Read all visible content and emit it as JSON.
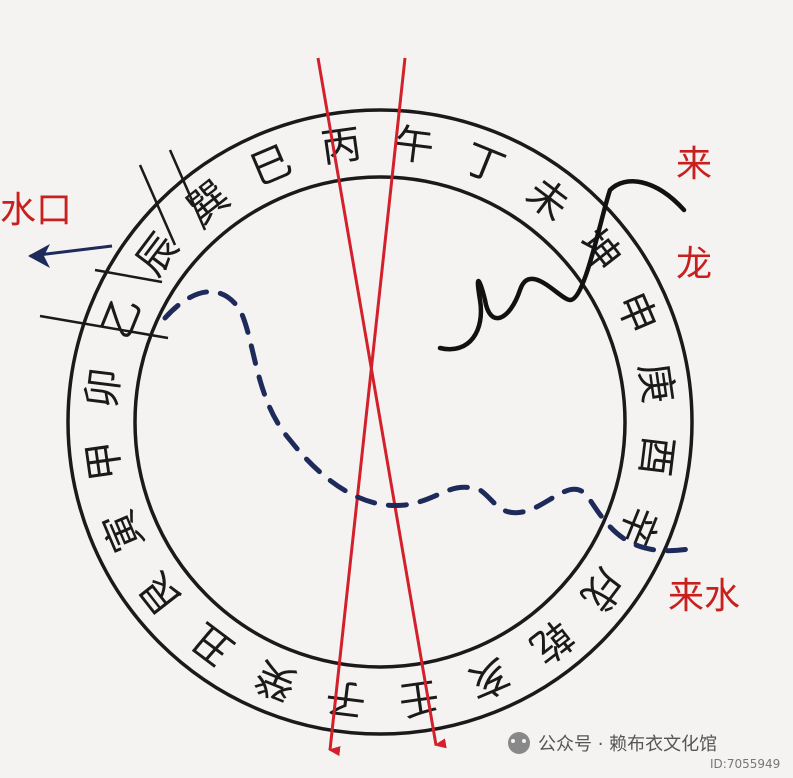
{
  "azimuths": [
    "巽",
    "巳",
    "丙",
    "午",
    "丁",
    "未",
    "坤",
    "申",
    "庚",
    "酉",
    "辛",
    "戌",
    "乾",
    "亥",
    "壬",
    "子",
    "癸",
    "丑",
    "艮",
    "寅",
    "甲",
    "卯",
    "乙",
    "辰"
  ],
  "labels": {
    "water_mouth": "水口",
    "incoming_dragon": "来龙",
    "incoming_water": "来水"
  },
  "watermark": {
    "text": "公众号 · 赖布衣文化馆",
    "id": "ID:7055949"
  },
  "colors": {
    "ring": "#1a1a1a",
    "red": "#d3202a",
    "label_red": "#c8201e",
    "water": "#1d2a5a"
  }
}
